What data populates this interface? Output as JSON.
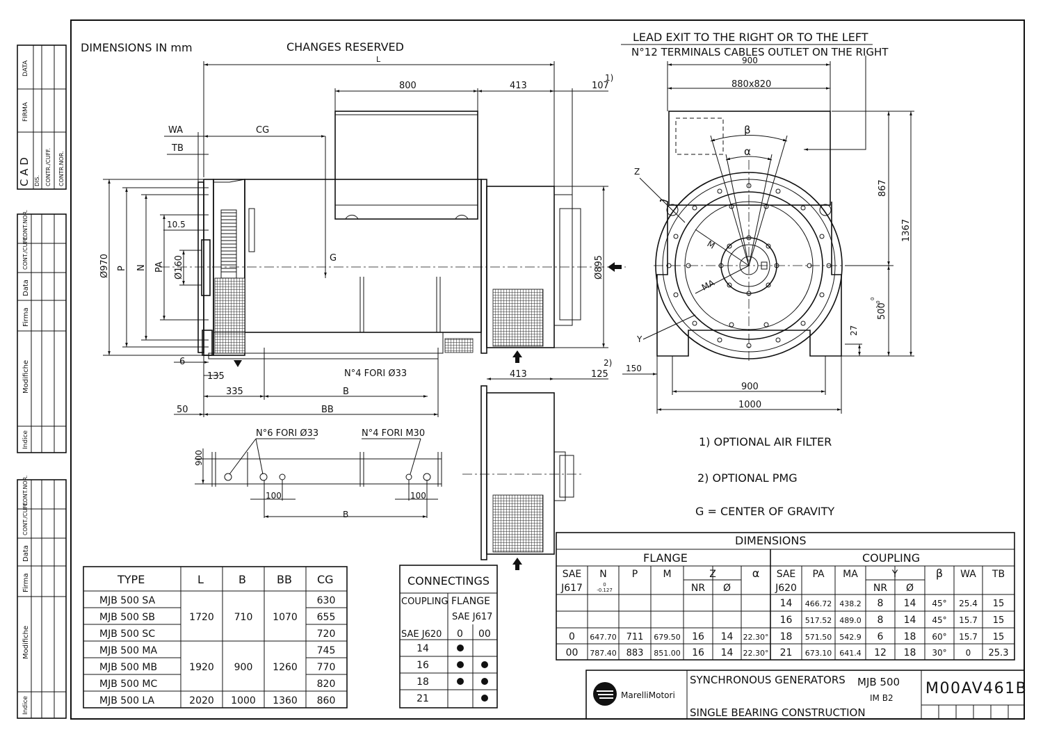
{
  "header": {
    "dimensions_label": "DIMENSIONS IN mm",
    "changes_label": "CHANGES RESERVED",
    "lead_exit": "LEAD EXIT TO THE RIGHT OR TO THE LEFT",
    "terminals": "N°12 TERMINALS CABLES OUTLET ON THE RIGHT"
  },
  "side_panel": {
    "block1": [
      "DATA",
      "FIRMA",
      "C A D",
      "DIS.",
      "CONTR./CUFF.",
      "CONTR.NOR."
    ],
    "block2": [
      "CONT.NOR.",
      "CONT./CUFF.",
      "Data",
      "Firma",
      "Modifiche",
      "Indice"
    ],
    "block3": [
      "CONT.NOR.",
      "CONT./CUFF.",
      "Data",
      "Firma",
      "Modifiche",
      "Indice"
    ]
  },
  "side_view_dims": {
    "L": "L",
    "d800": "800",
    "d413": "413",
    "d107": "107",
    "note1": "1)",
    "WA": "WA",
    "CG": "CG",
    "TB": "TB",
    "d10_5": "10.5",
    "d970": "Ø970",
    "P": "P",
    "N": "N",
    "PA": "PA",
    "d160": "Ø160",
    "G": "G",
    "d895": "Ø895",
    "d6": "6",
    "d135": "135",
    "d335": "335",
    "B": "B",
    "BB": "BB",
    "d50": "50",
    "holes4": "N°4 FORI Ø33",
    "d413b": "413",
    "d125": "125",
    "note2": "2)"
  },
  "base_view": {
    "d900": "900",
    "holes6": "N°6 FORI Ø33",
    "holesM30": "N°4 FORI M30",
    "d100a": "100",
    "d100b": "100",
    "B": "B"
  },
  "front_view_dims": {
    "d900_top": "900",
    "d880": "880x820",
    "beta": "β",
    "alpha": "α",
    "Z": "Z",
    "M": "M",
    "MA": "MA",
    "Y": "Y",
    "d867": "867",
    "d1367": "1367",
    "d500": "500",
    "tol_up": "0",
    "tol_dn": "-1.0",
    "d27": "27",
    "d150": "150",
    "d900_bot": "900",
    "d1000": "1000"
  },
  "notes": [
    "1) OPTIONAL AIR FILTER",
    "2) OPTIONAL PMG",
    "G = CENTER OF GRAVITY"
  ],
  "type_table": {
    "headers": [
      "TYPE",
      "L",
      "B",
      "BB",
      "CG"
    ],
    "types": [
      "MJB 500 SA",
      "MJB 500 SB",
      "MJB 500 SC",
      "MJB 500 MA",
      "MJB 500 MB",
      "MJB 500 MC",
      "MJB 500 LA"
    ],
    "cg": [
      "630",
      "655",
      "720",
      "745",
      "770",
      "820",
      "860"
    ],
    "groups": [
      {
        "L": "1720",
        "B": "710",
        "BB": "1070"
      },
      {
        "L": "1920",
        "B": "900",
        "BB": "1260"
      },
      {
        "L": "2020",
        "B": "1000",
        "BB": "1360"
      }
    ]
  },
  "connecting_table": {
    "title": "CONNECTINGS",
    "coupling": "COUPLING",
    "flange": "FLANGE",
    "sae_j617": "SAE J617",
    "sae_j620": "SAE J620",
    "flange_cols": [
      "0",
      "00"
    ],
    "rows": [
      {
        "size": "14",
        "c0": true,
        "c00": false
      },
      {
        "size": "16",
        "c0": true,
        "c00": true
      },
      {
        "size": "18",
        "c0": true,
        "c00": true
      },
      {
        "size": "21",
        "c0": false,
        "c00": true
      }
    ]
  },
  "dimensions_table": {
    "title": "DIMENSIONS",
    "flange_title": "FLANGE",
    "coupling_title": "COUPLING",
    "flange_headers": [
      "SAE",
      "N",
      "P",
      "M",
      "Z",
      "α"
    ],
    "flange_sub": [
      "J617",
      "0",
      "-0.127",
      "NR",
      "Ø"
    ],
    "coupling_headers": [
      "SAE",
      "PA",
      "MA",
      "Y",
      "β",
      "WA",
      "TB"
    ],
    "coupling_sub": [
      "J620",
      "NR",
      "Ø"
    ],
    "flange_rows": [
      [
        "",
        "",
        "",
        "",
        "",
        "",
        ""
      ],
      [
        "",
        "",
        "",
        "",
        "",
        "",
        ""
      ],
      [
        "0",
        "647.70",
        "711",
        "679.50",
        "16",
        "14",
        "22.30°"
      ],
      [
        "00",
        "787.40",
        "883",
        "851.00",
        "16",
        "14",
        "22.30°"
      ]
    ],
    "coupling_rows": [
      [
        "14",
        "466.72",
        "438.2",
        "8",
        "14",
        "45°",
        "25.4",
        "15"
      ],
      [
        "16",
        "517.52",
        "489.0",
        "8",
        "14",
        "45°",
        "15.7",
        "15"
      ],
      [
        "18",
        "571.50",
        "542.9",
        "6",
        "18",
        "60°",
        "15.7",
        "15"
      ],
      [
        "21",
        "673.10",
        "641.4",
        "12",
        "18",
        "30°",
        "0",
        "25.3"
      ]
    ]
  },
  "title_block": {
    "brand": "MarelliMotori",
    "title": "SYNCHRONOUS GENERATORS",
    "model": "MJB 500",
    "mount": "IM B2",
    "subtitle": "SINGLE BEARING CONSTRUCTION",
    "code": "M00AV461B"
  }
}
